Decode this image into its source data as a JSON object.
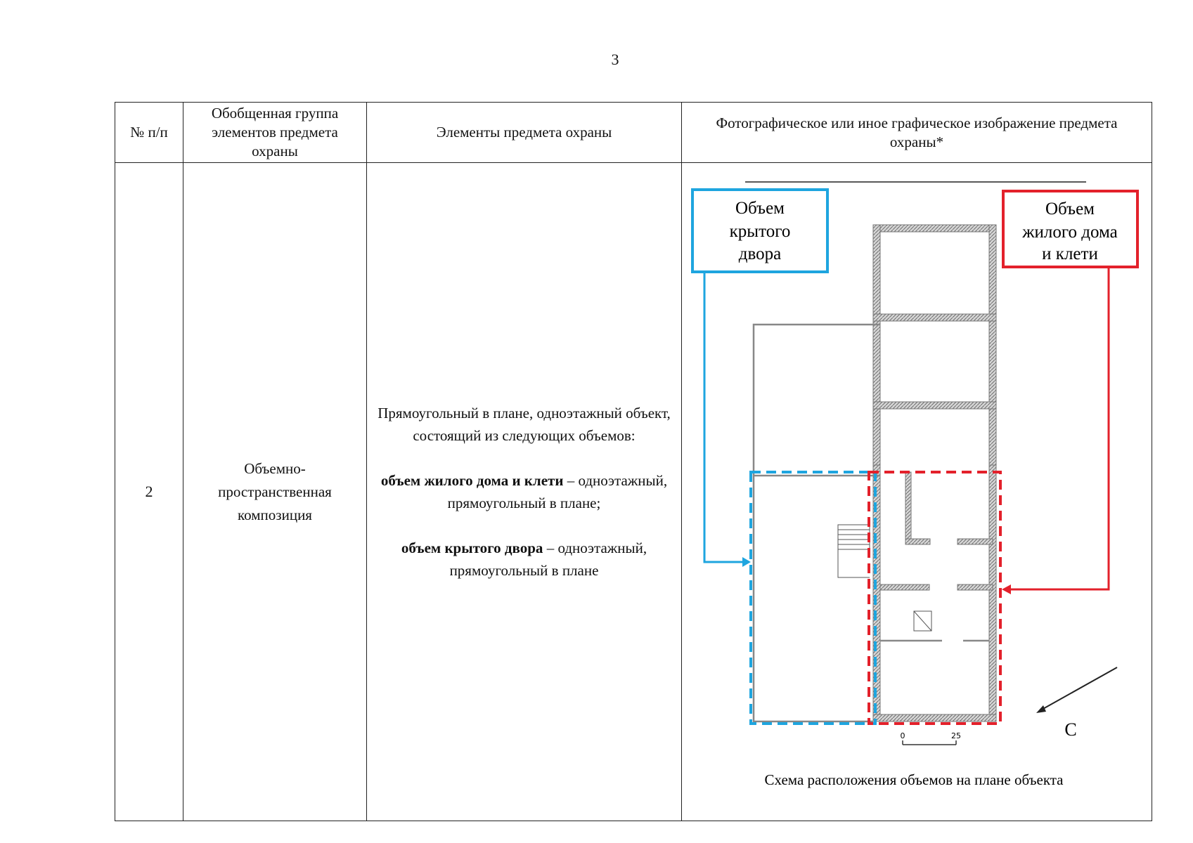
{
  "page_number": "3",
  "table": {
    "headers": {
      "num": "№ п/п",
      "group": "Обобщенная группа элементов предмета охраны",
      "elements": "Элементы предмета охраны",
      "image": "Фотографическое или иное графическое изображение предмета охраны*"
    },
    "row": {
      "num": "2",
      "group": "Объемно-пространственная композиция",
      "desc_intro": "Прямоугольный в плане, одноэтажный объект, состоящий из следующих объемов:",
      "house_bold": "объем жилого дома и клети",
      "house_rest": " – одноэтажный, прямоугольный в плане;",
      "yard_bold": "объем крытого двора",
      "yard_rest": " – одноэтажный, прямоугольный в плане"
    }
  },
  "plan": {
    "yard_label": [
      "Объем",
      "крытого",
      "двора"
    ],
    "house_label": [
      "Объем",
      "жилого дома",
      "и клети"
    ],
    "north_letter": "С",
    "scale_start": "0",
    "scale_end": "25",
    "caption": "Схема расположения объемов на плане объекта",
    "colors": {
      "yard": "#1ea5df",
      "house": "#e3212b",
      "walls": "#8a8a8a"
    }
  }
}
